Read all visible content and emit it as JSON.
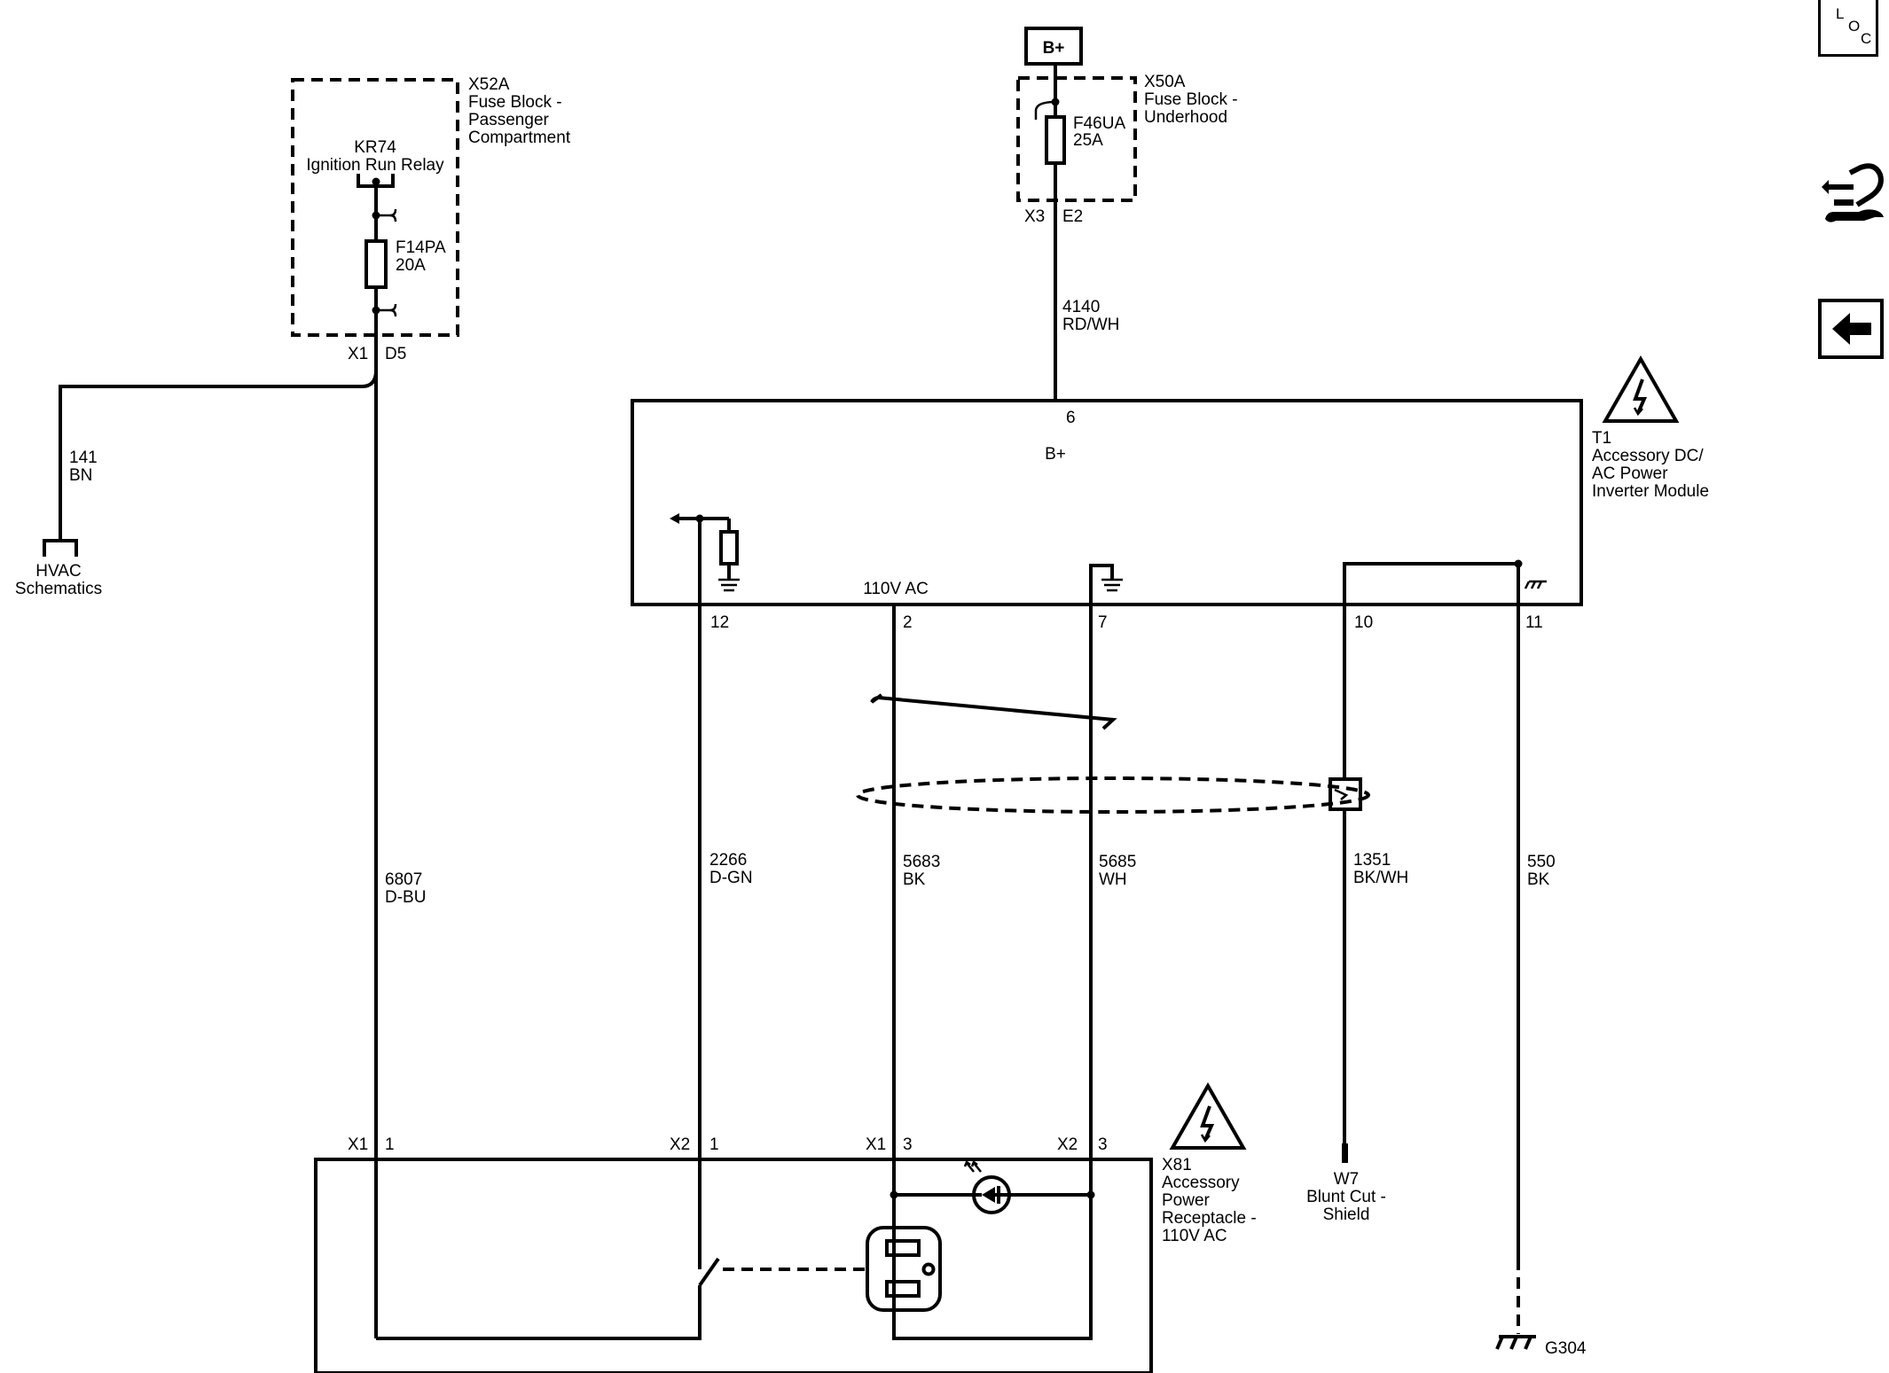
{
  "sources": {
    "battery": "B+"
  },
  "fuse_blocks": {
    "passenger": {
      "id": "X52A",
      "name_1": "Fuse Block -",
      "name_2": "Passenger",
      "name_3": "Compartment",
      "relay_id": "KR74",
      "relay_name": "Ignition Run Relay",
      "fuse_id": "F14PA",
      "fuse_rating": "20A",
      "connector": "X1",
      "pin": "D5"
    },
    "underhood": {
      "id": "X50A",
      "name_1": "Fuse Block -",
      "name_2": "Underhood",
      "fuse_id": "F46UA",
      "fuse_rating": "25A",
      "connector": "X3",
      "pin": "E2"
    }
  },
  "hvac_ref": {
    "circuit": "141",
    "color": "BN",
    "label_1": "HVAC",
    "label_2": "Schematics"
  },
  "inverter": {
    "id": "T1",
    "name_1": "Accessory DC/",
    "name_2": "AC Power",
    "name_3": "Inverter Module",
    "b_plus": "B+",
    "ac_label": "110V AC",
    "pin_bplus": "6",
    "pin_12": "12",
    "pin_2": "2",
    "pin_7": "7",
    "pin_10": "10",
    "pin_11": "11"
  },
  "wires": {
    "w4140": {
      "circuit": "4140",
      "color": "RD/WH"
    },
    "w6807": {
      "circuit": "6807",
      "color": "D-BU"
    },
    "w2266": {
      "circuit": "2266",
      "color": "D-GN"
    },
    "w5683": {
      "circuit": "5683",
      "color": "BK"
    },
    "w5685": {
      "circuit": "5685",
      "color": "WH"
    },
    "w1351": {
      "circuit": "1351",
      "color": "BK/WH"
    },
    "w550": {
      "circuit": "550",
      "color": "BK"
    }
  },
  "receptacle": {
    "id": "X81",
    "name_1": "Accessory",
    "name_2": "Power",
    "name_3": "Receptacle -",
    "name_4": "110V AC",
    "c1": "X1",
    "c1_pin": "1",
    "c2": "X2",
    "c2_pin": "1",
    "c3": "X1",
    "c3_pin": "3",
    "c4": "X2",
    "c4_pin": "3"
  },
  "shield": {
    "id": "W7",
    "label_1": "Blunt Cut -",
    "label_2": "Shield"
  },
  "ground": {
    "id": "G304"
  },
  "sidebar": {
    "loc_l": "L",
    "loc_o": "O",
    "loc_c": "C"
  }
}
